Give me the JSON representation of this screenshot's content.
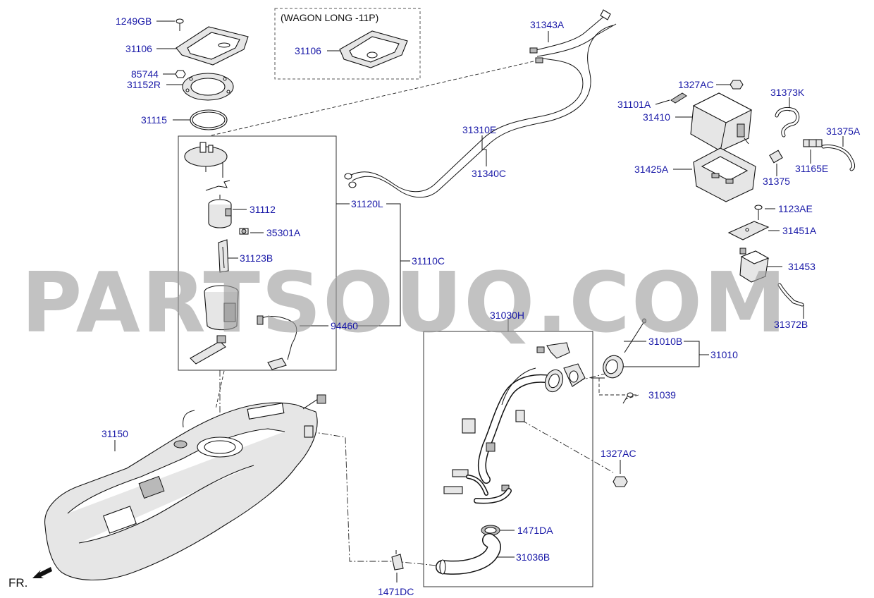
{
  "diagram": {
    "orientation_label": "FR.",
    "variant_note": "(WAGON LONG -11P)",
    "watermark": "PARTSOUQ.COM",
    "colors": {
      "callout": "#1a1aa8",
      "line": "#111111",
      "watermark": "#9d9d9d"
    },
    "icons": [
      "front-direction-arrow-icon"
    ],
    "callouts": [
      "1249GB",
      "31106",
      "31106",
      "85744",
      "31152R",
      "31115",
      "31343A",
      "31310E",
      "31340C",
      "1327AC",
      "31373K",
      "31101A",
      "31410",
      "31375A",
      "31165E",
      "31425A",
      "31375",
      "1123AE",
      "31451A",
      "31453",
      "31372B",
      "31112",
      "31120L",
      "35301A",
      "31123B",
      "31110C",
      "94460",
      "31030H",
      "31010B",
      "31010",
      "31039",
      "31150",
      "1327AC",
      "1471DA",
      "31036B",
      "1471DC"
    ]
  }
}
